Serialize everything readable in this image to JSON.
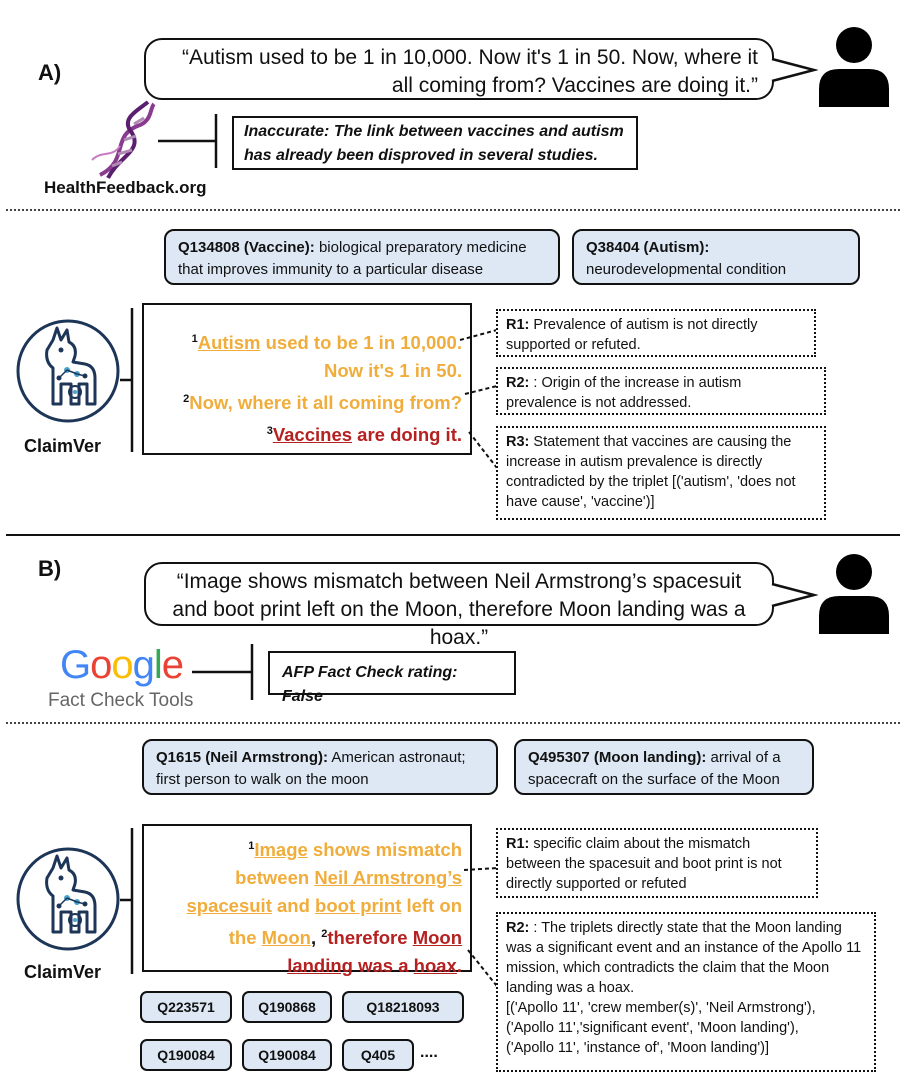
{
  "section_a": {
    "label": "A)",
    "quote": "“Autism used to be 1 in 10,000. Now it's 1 in 50. Now, where it all coming from? Vaccines are doing it.”",
    "source_name": "HealthFeedback.org",
    "verdict": "Inaccurate: The link between vaccines and autism has already been disproved in several studies.",
    "entities": [
      {
        "id": "Q134808 (Vaccine):",
        "desc": "biological preparatory medicine that improves immunity to a particular disease"
      },
      {
        "id": "Q38404 (Autism):",
        "desc": "neurodevelopmental condition"
      }
    ],
    "system_name": "ClaimVer",
    "claim": {
      "n1": "1",
      "s1_u": "Autism",
      "s1_a": " used to be 1 in 10,000.",
      "s1_b": "Now it's 1 in 50.",
      "n2": "2",
      "s2": "Now, where it all coming from?",
      "n3": "3",
      "s3_u": "Vaccines",
      "s3_b": " are doing it."
    },
    "rationales": [
      {
        "tag": "R1:",
        "text": " Prevalence of autism is not directly supported or refuted."
      },
      {
        "tag": "R2:",
        "text": " : Origin of the increase in autism prevalence is not addressed."
      },
      {
        "tag": "R3:",
        "text": " Statement that vaccines are causing the increase in autism prevalence is directly contradicted by the triplet [('autism', 'does not have cause', 'vaccine')]"
      }
    ]
  },
  "section_b": {
    "label": "B)",
    "quote": "“Image shows mismatch between Neil Armstrong’s spacesuit and boot print left on the Moon, therefore Moon landing was a hoax.”",
    "source_logo": "Google",
    "source_subtitle": "Fact Check Tools",
    "verdict": "AFP Fact Check rating: False",
    "entities": [
      {
        "id": "Q1615 (Neil Armstrong):",
        "desc": "American astronaut; first person to walk on the moon"
      },
      {
        "id": "Q495307 (Moon landing):",
        "desc": "arrival of a spacecraft on the surface of the Moon"
      }
    ],
    "system_name": "ClaimVer",
    "claim": {
      "n1": "1",
      "w_image": "Image",
      "t1": " shows mismatch",
      "t2": "between ",
      "w_neil": "Neil Armstrong’s",
      "w_spacesuit": "spacesuit",
      "t3": " and ",
      "w_boot": "boot print",
      "t4": " left on",
      "t5": "the ",
      "w_moon": "Moon",
      "t6": ", ",
      "n2": "2",
      "t7": "therefore ",
      "w_moon2": "Moon",
      "w_landing": "landing",
      "t8": " was a ",
      "w_hoax": "hoax",
      "t9": "."
    },
    "rationales": [
      {
        "tag": "R1:",
        "text": " specific claim about the mismatch between the spacesuit and boot print is not directly supported or refuted"
      },
      {
        "tag": "R2:",
        "text": " : The triplets directly state that the Moon landing was a significant event and an instance of the Apollo 11 mission, which contradicts the claim that the Moon landing was a hoax.",
        "triplets": [
          "[('Apollo 11', 'crew member(s)', 'Neil Armstrong'),",
          "('Apollo 11','significant event', 'Moon landing'),",
          "('Apollo 11', 'instance of', 'Moon landing')]"
        ]
      }
    ],
    "qids": [
      "Q223571",
      "Q190868",
      "Q18218093",
      "Q190084",
      "Q190084",
      "Q405"
    ],
    "ellipsis": "...."
  },
  "colors": {
    "orange": "#f0ad3c",
    "red": "#b52020",
    "entity_bg": "#dde8f4",
    "google_blue": "#4285F4",
    "google_red": "#EA4335",
    "google_yellow": "#FBBC05",
    "google_green": "#34A853"
  }
}
